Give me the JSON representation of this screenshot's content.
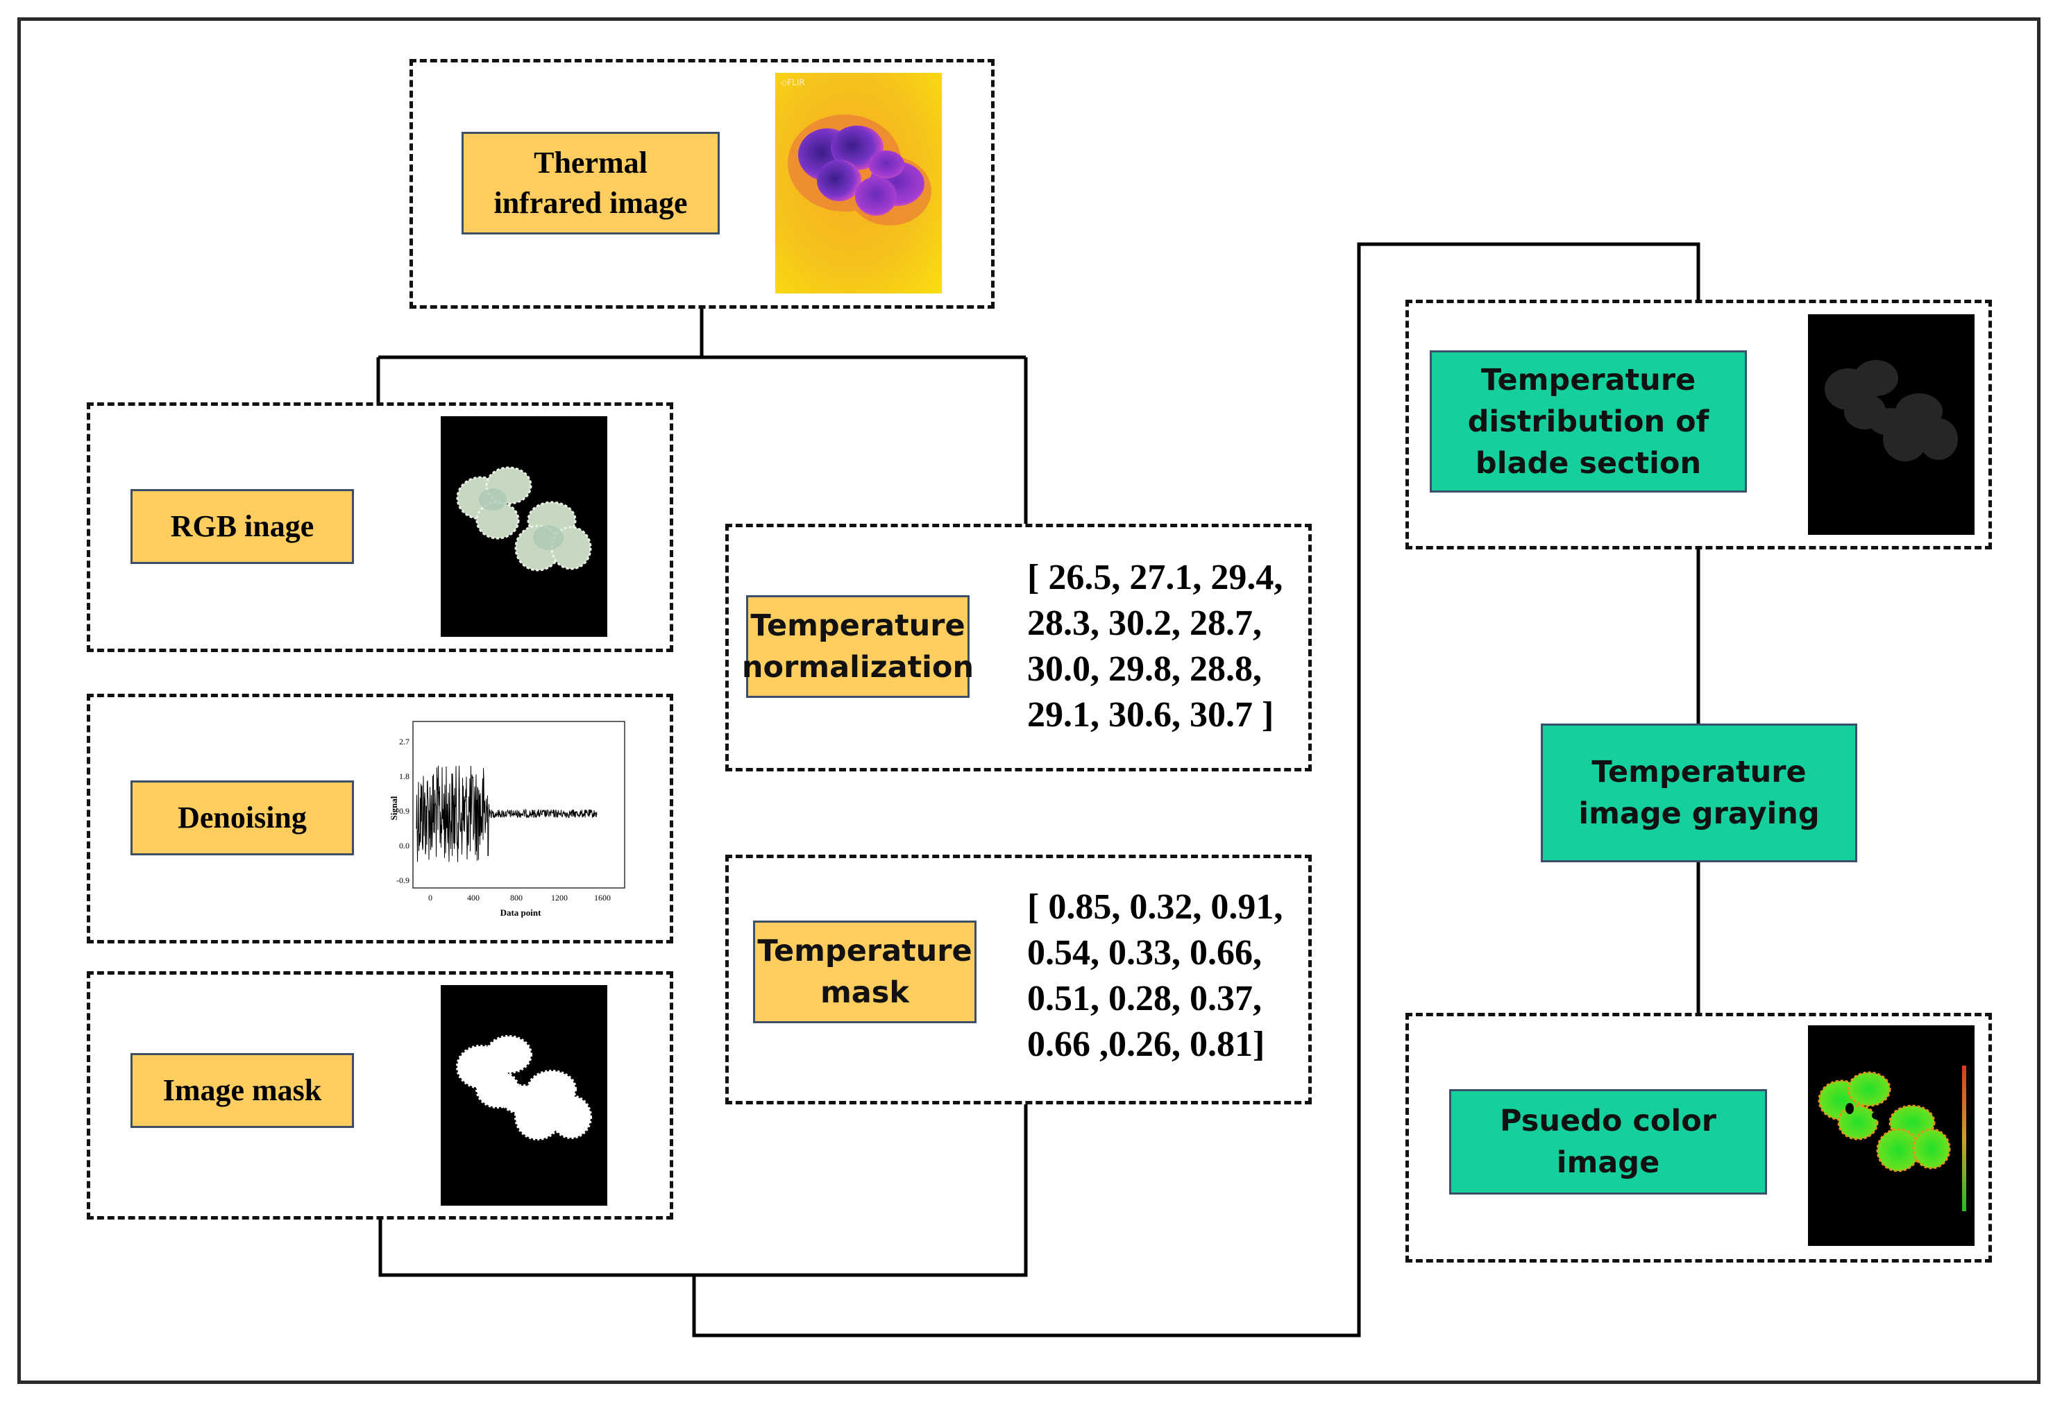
{
  "nodes": {
    "thermal": {
      "label": "Thermal infrared image",
      "lines": [
        "Thermal",
        "infrared image"
      ],
      "thumb_watermark": "◇FLIR"
    },
    "rgb": {
      "label": "RGB inage"
    },
    "denoising": {
      "label": "Denoising",
      "plot": {
        "xlabel": "Data point",
        "ylabel": "Signal",
        "xticks": [
          "0",
          "400",
          "800",
          "1200",
          "1600"
        ],
        "yticks": [
          "2.7",
          "1.8",
          "0.9",
          "0.0",
          "-0.9"
        ]
      }
    },
    "image_mask": {
      "label": "Image mask"
    },
    "temp_norm": {
      "label": "Temperature normalization",
      "lines": [
        "Temperature",
        "normalization"
      ],
      "values_text": [
        "[ 26.5, 27.1, 29.4,",
        "28.3, 30.2, 28.7,",
        "30.0, 29.8, 28.8,",
        "29.1, 30.6, 30.7 ]"
      ]
    },
    "temp_mask": {
      "label": "Temperature mask",
      "lines": [
        "Temperature",
        "mask"
      ],
      "values_text": [
        "[ 0.85, 0.32, 0.91,",
        "0.54, 0.33, 0.66,",
        "0.51, 0.28, 0.37,",
        "0.66 ,0.26, 0.81]"
      ]
    },
    "temp_dist": {
      "label": "Temperature distribution of blade section",
      "lines": [
        "Temperature",
        "distribution of",
        "blade section"
      ]
    },
    "graying": {
      "label": "Temperature image graying",
      "lines": [
        "Temperature",
        "image graying"
      ]
    },
    "pseudo": {
      "label": "Psuedo color image",
      "lines": [
        "Psuedo color",
        "image"
      ]
    }
  },
  "colors": {
    "input_label_fill": "#fdce5f",
    "output_label_fill": "#15cf9c",
    "border": "#111111"
  }
}
